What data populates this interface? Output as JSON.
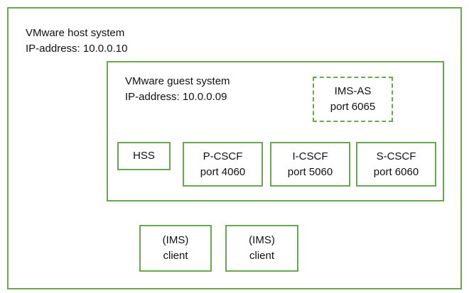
{
  "host": {
    "title": "VMware host system",
    "ip": "IP-address: 10.0.0.10"
  },
  "guest": {
    "title": "VMware guest system",
    "ip": "IP-address: 10.0.0.09"
  },
  "components": {
    "ims_as": {
      "name": "IMS-AS",
      "port": "port 6065"
    },
    "hss": {
      "name": "HSS"
    },
    "p_cscf": {
      "name": "P-CSCF",
      "port": "port 4060"
    },
    "i_cscf": {
      "name": "I-CSCF",
      "port": "port 5060"
    },
    "s_cscf": {
      "name": "S-CSCF",
      "port": "port 6060"
    }
  },
  "clients": [
    {
      "line1": "(IMS)",
      "line2": "client"
    },
    {
      "line1": "(IMS)",
      "line2": "client"
    }
  ],
  "colors": {
    "border": "#6aa84f",
    "text": "#111111"
  }
}
